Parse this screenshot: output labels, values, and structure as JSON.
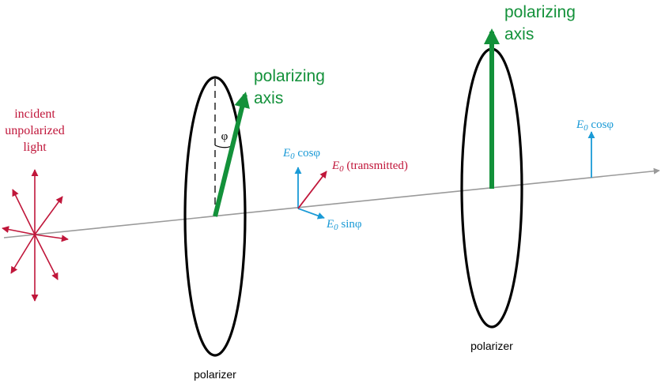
{
  "incident_label": {
    "line1": "incident",
    "line2": "unpolarized",
    "line3": "light"
  },
  "polarizer_1": {
    "label": "polarizer",
    "axis_label_line1": "polarizing",
    "axis_label_line2": "axis",
    "angle_symbol": "φ"
  },
  "polarizer_2": {
    "label": "polarizer",
    "axis_label_line1": "polarizing",
    "axis_label_line2": "axis"
  },
  "between_components": {
    "vertical_component": "E",
    "vertical_component_sub": "0",
    "vertical_component_fn": " cosφ",
    "horizontal_component": "E",
    "horizontal_component_sub": "0",
    "horizontal_component_fn": " sinφ",
    "transmitted": "E",
    "transmitted_sub": "0",
    "transmitted_note": " (transmitted)"
  },
  "output_component": {
    "symbol": "E",
    "sub": "0",
    "fn": " cosφ"
  },
  "colors": {
    "red": "#c0163a",
    "blue": "#1a9ad6",
    "green": "#13913a",
    "gray": "#9a9a9a",
    "black": "#000000"
  }
}
